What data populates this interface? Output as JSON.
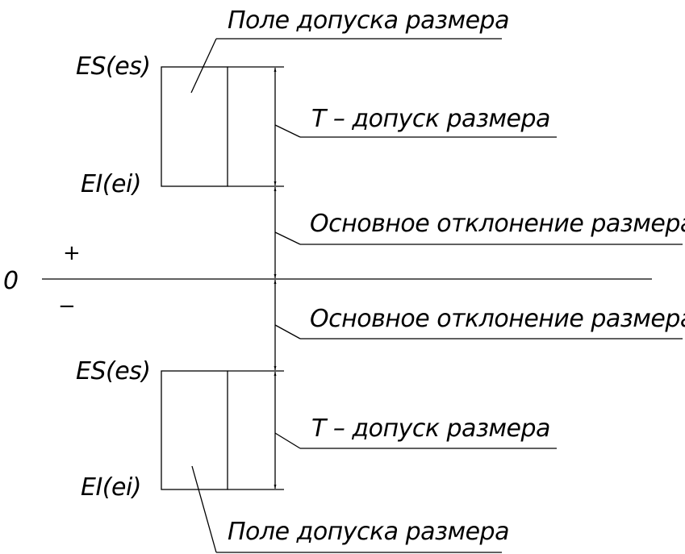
{
  "diagram": {
    "zero_label": "0",
    "plus_sign": "+",
    "minus_sign": "−",
    "upper": {
      "field_label": "Поле допуска размера",
      "es_label": "ES(es)",
      "ei_label": "EI(ei)",
      "tolerance_label": "T – допуск размера",
      "deviation_label": "Основное отклонение размера"
    },
    "lower": {
      "field_label": "Поле допуска размера",
      "es_label": "ES(es)",
      "ei_label": "EI(ei)",
      "tolerance_label": "T – допуск размера",
      "deviation_label": "Основное отклонение размера"
    }
  }
}
